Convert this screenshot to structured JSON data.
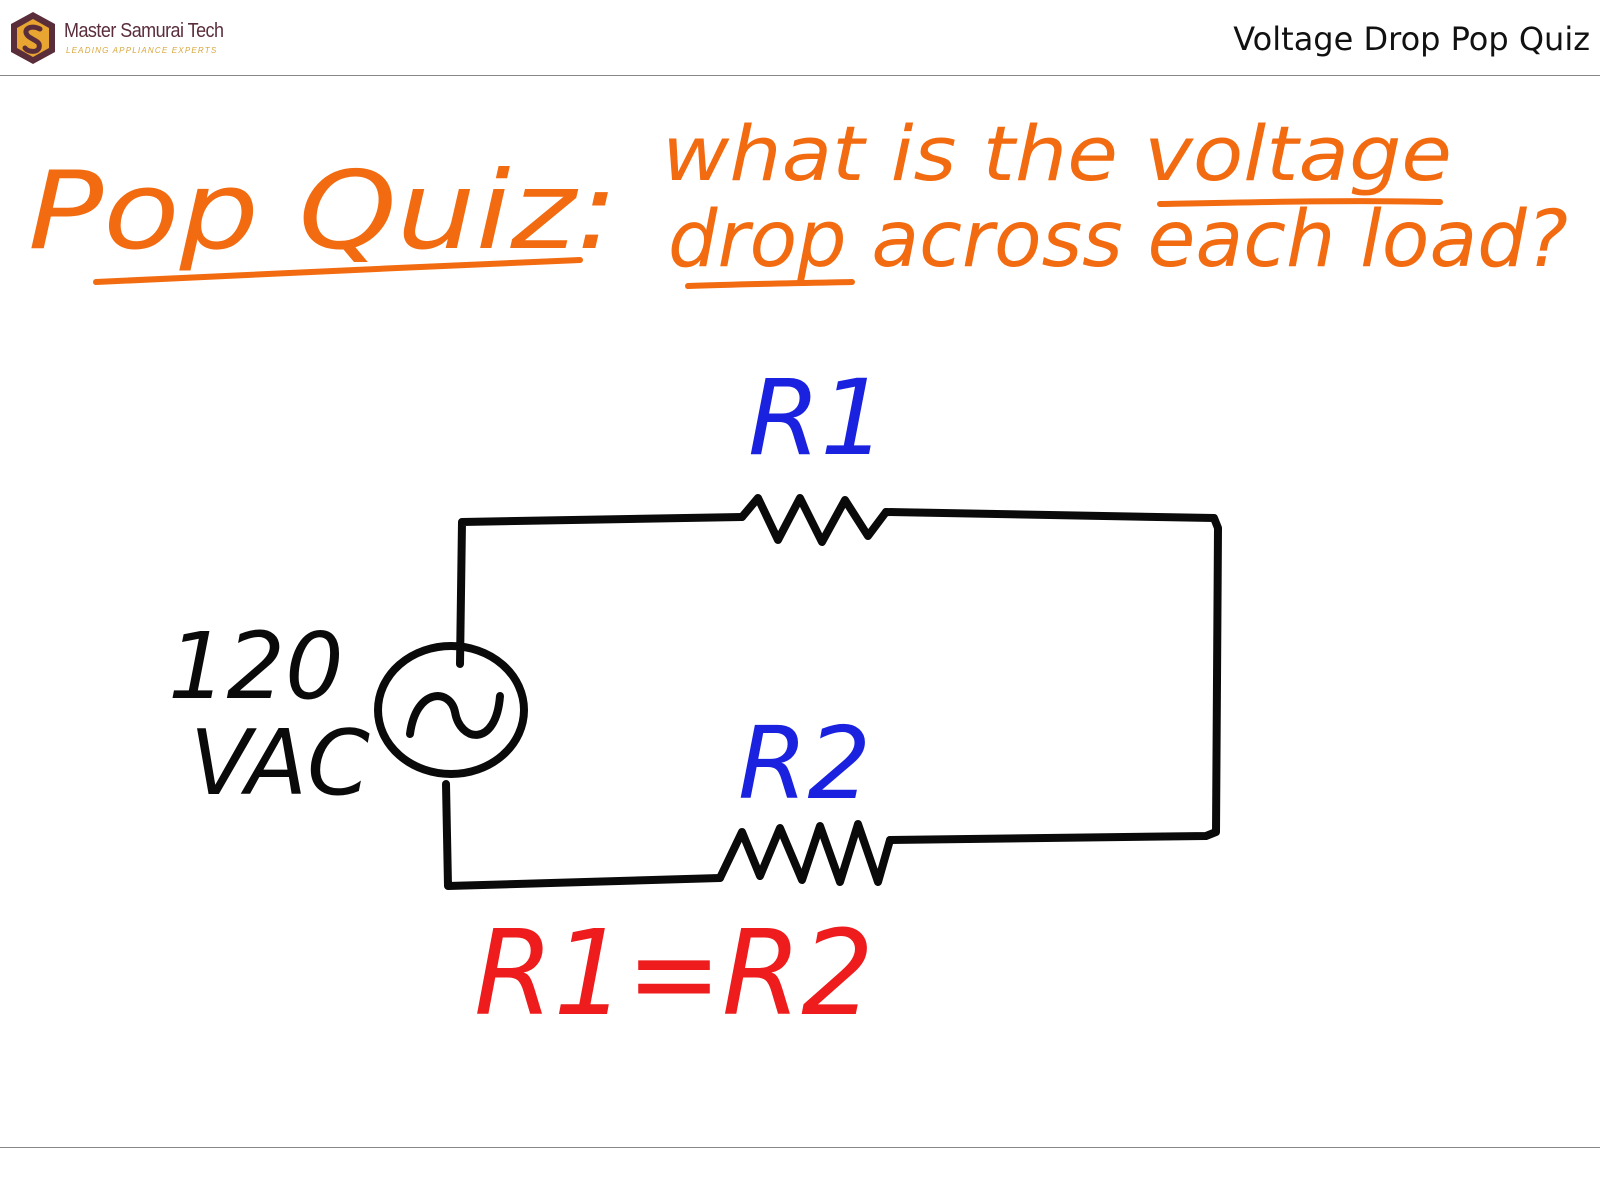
{
  "header": {
    "brand_name": "Master Samurai Tech",
    "brand_tagline": "LEADING APPLIANCE EXPERTS",
    "title": "Voltage Drop Pop Quiz"
  },
  "quiz": {
    "heading": "Pop Quiz:",
    "question_line1": "what is the voltage",
    "question_line2": "drop across each load?"
  },
  "circuit": {
    "source_value": "120",
    "source_unit": "VAC",
    "resistor_1": "R1",
    "resistor_2": "R2",
    "condition": "R1=R2"
  },
  "colors": {
    "quiz_text": "#f26b10",
    "resistor_labels": "#1a22e0",
    "condition": "#ee1c1c",
    "wire": "#0a0a0a",
    "brand_name": "#5a2d3a",
    "brand_tagline": "#d8a63a"
  }
}
